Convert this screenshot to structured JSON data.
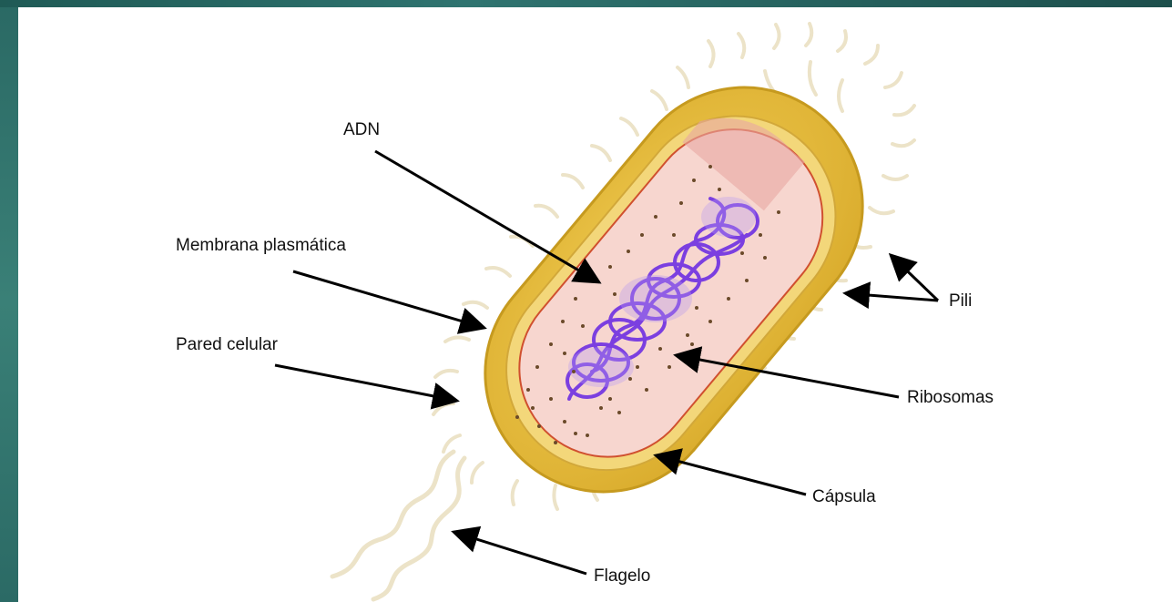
{
  "labels": {
    "adn": "ADN",
    "membrana": "Membrana plasmática",
    "pared": "Pared celular",
    "pili": "Pili",
    "ribosomas": "Ribosomas",
    "capsula": "Cápsula",
    "flagelo": "Flagelo"
  },
  "colors": {
    "background_frame": "#2f6d68",
    "capsule": "#e2b93a",
    "cell_wall": "#f3d77a",
    "cytoplasm": "#f7d6cf",
    "dna": "#7b3fe0",
    "ribosome": "#6b4a2a",
    "appendage": "#ece3c8"
  }
}
